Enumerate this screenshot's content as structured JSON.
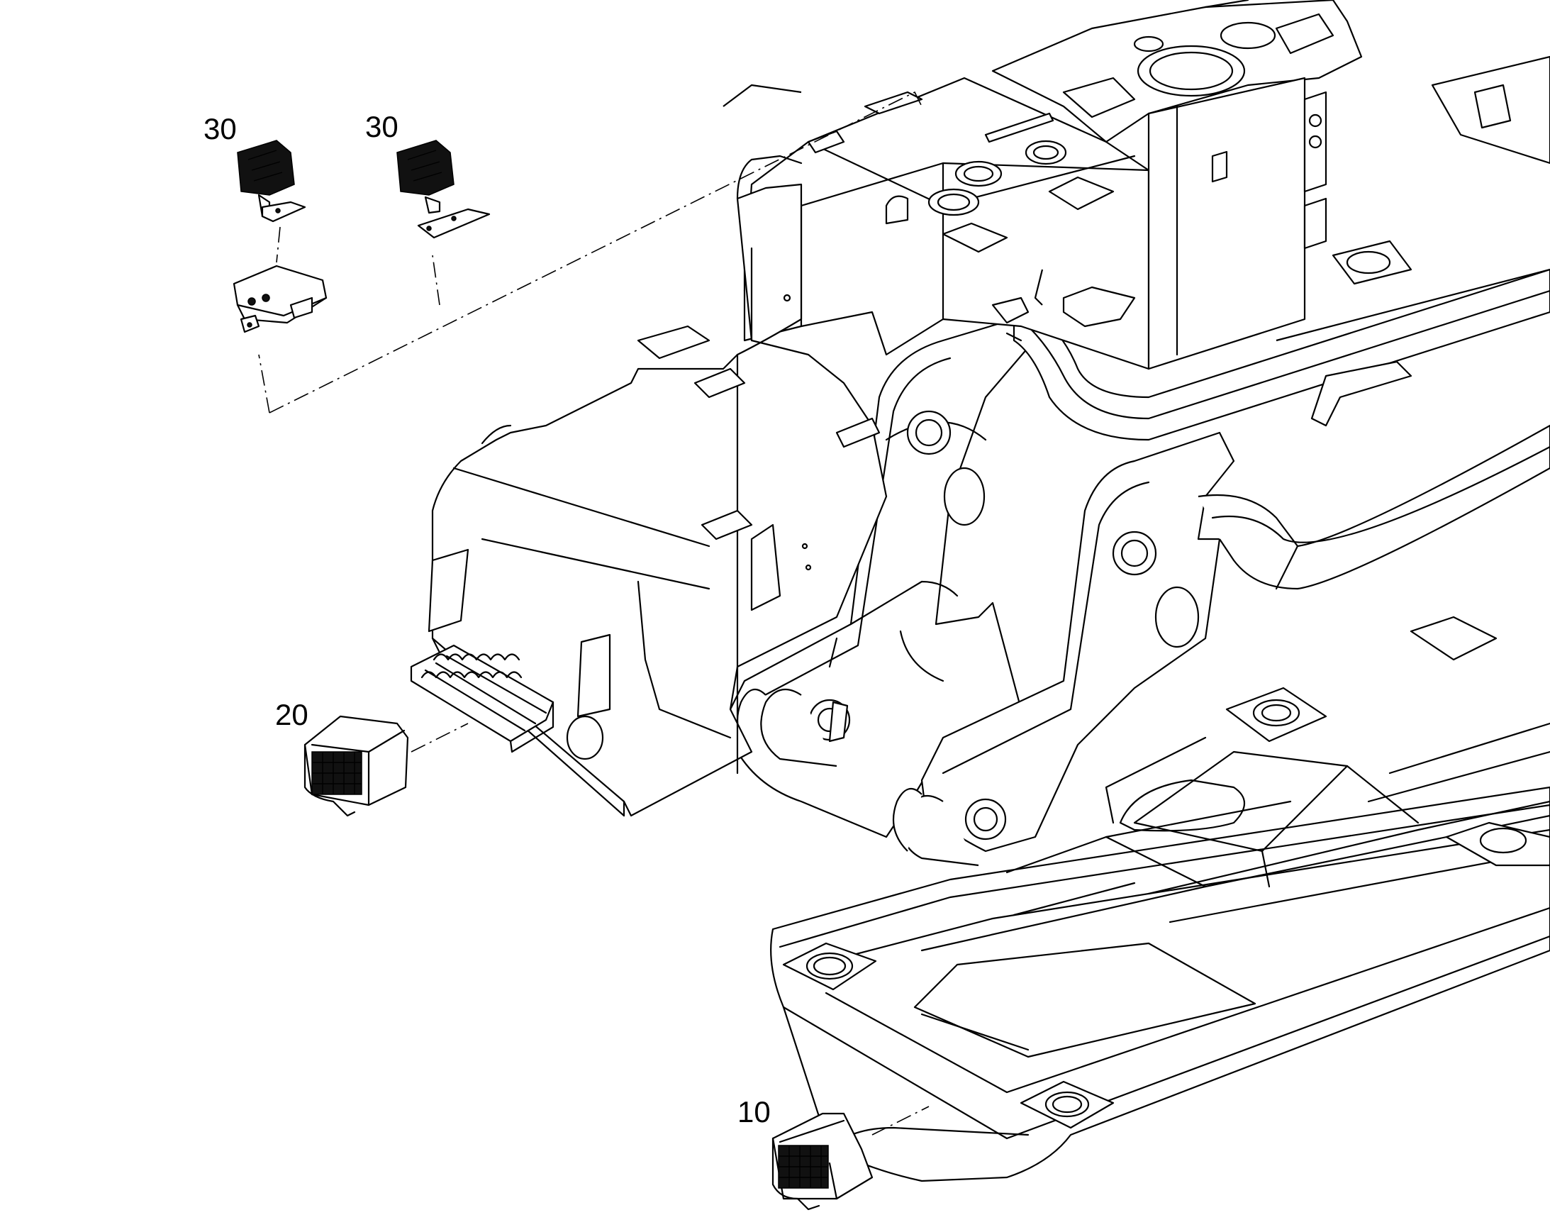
{
  "callouts": {
    "c10": "10",
    "c20": "20",
    "c30a": "30",
    "c30b": "30"
  },
  "icons": [
    "work-light-icon",
    "step-icon",
    "frame-icon",
    "bracket-icon"
  ]
}
